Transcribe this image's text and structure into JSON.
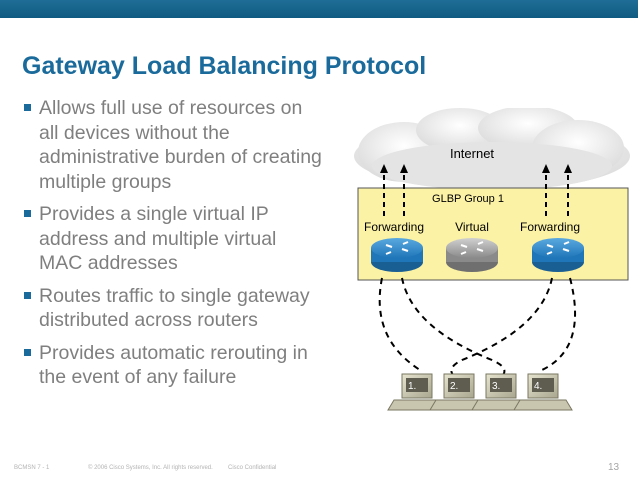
{
  "slide": {
    "title": "Gateway Load Balancing Protocol",
    "bullets": [
      "Allows full use of resources on all devices without the administrative burden of creating multiple groups",
      "Provides a single virtual IP address and multiple virtual MAC addresses",
      "Routes traffic to single gateway distributed across routers",
      "Provides automatic rerouting in the event of any failure"
    ]
  },
  "diagram": {
    "internet_label": "Internet",
    "group_label": "GLBP Group 1",
    "router_labels": [
      "Forwarding",
      "Virtual",
      "Forwarding"
    ],
    "host_labels": [
      "1.",
      "2.",
      "3.",
      "4."
    ]
  },
  "colors": {
    "title": "#1a6b9b",
    "bullet_text": "#7f7f7f",
    "group_box": "#fbf2a6",
    "active_router": "#2a86c6",
    "virtual_router": "#9a9a9a"
  },
  "footer": {
    "course": "BCMSN 7 - 1",
    "copyright": "© 2006 Cisco Systems, Inc. All rights reserved.",
    "confidential": "Cisco Confidential",
    "page": "13"
  }
}
